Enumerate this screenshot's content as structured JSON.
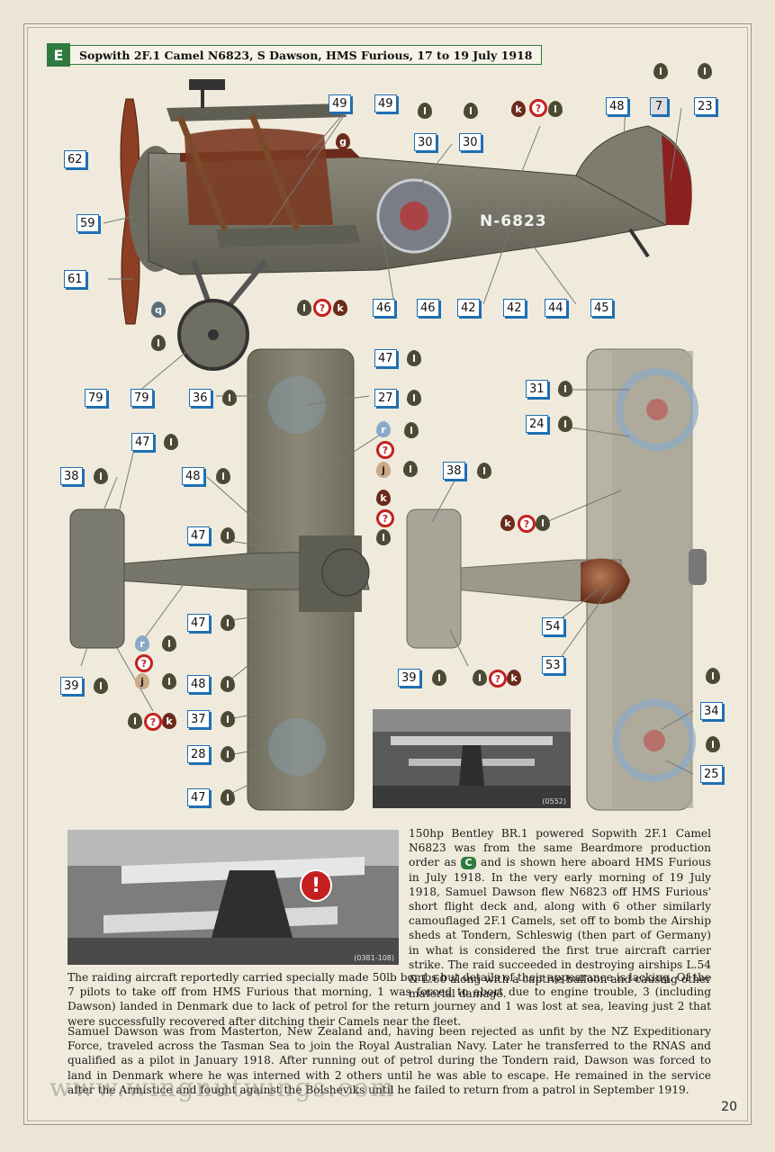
{
  "header": {
    "letter": "E",
    "title": "Sopwith 2F.1 Camel N6823, S Dawson, HMS Furious, 17 to 19 July 1918"
  },
  "serial": "N-6823",
  "page_number": "20",
  "watermark": "www.wingnutwings.com",
  "photo_captions": {
    "top": "(0552)",
    "bottom": "(0381-108)"
  },
  "colors": {
    "accent_green": "#2e7a3f",
    "code_blue": "#1f6fb3",
    "paint_olive": "#4b4a35",
    "paint_brown": "#6b2a1a",
    "paint_light_blue": "#8aa9c7"
  },
  "callouts": {
    "c62": "62",
    "c59": "59",
    "c61": "61",
    "c79a": "79",
    "c79b": "79",
    "c49a": "49",
    "c49b": "49",
    "c30a": "30",
    "c30b": "30",
    "c48top": "48",
    "c7": "7",
    "c23": "23",
    "c46a": "46",
    "c46b": "46",
    "c42a": "42",
    "c42b": "42",
    "c44": "44",
    "c45": "45",
    "c47a": "47",
    "c36": "36",
    "c27": "27",
    "c47b": "47",
    "c38a": "38",
    "c48b": "48",
    "c47c": "47",
    "c47d": "47",
    "c39a": "39",
    "c48c": "48",
    "c37": "37",
    "c28": "28",
    "c47e": "47",
    "c31": "31",
    "c24": "24",
    "c38b": "38",
    "c54": "54",
    "c53": "53",
    "c39b": "39",
    "c34": "34",
    "c25": "25"
  },
  "paint_letters": {
    "l": "l",
    "k": "k",
    "g": "g",
    "q": "q",
    "r": "r",
    "j": "j",
    "unknown": "?"
  },
  "body": {
    "p1_a": "150hp Bentley BR.1 powered Sopwith 2F.1 Camel N6823 was from the same Beardmore production order as",
    "p1_badge": "C",
    "p1_b": "and is shown here aboard HMS Furious in July 1918. In the very early morning of 19 July 1918, Samuel Dawson flew N6823 off HMS Furious' short flight deck and, along with 6 other similarly camouflaged 2F.1 Camels, set off to bomb the Airship sheds at Tondern, Schleswig (then part of Germany) in what is considered the first true aircraft carrier strike. The raid succeeded in destroying airships L.54 & L.60 along with a captive balloon and causing other material damage.",
    "p1_c": "The raiding aircraft reportedly carried specially made 50lb bombs but details of their appearance is lacking. Of the 7 pilots to take off from HMS Furious that morning, 1 was forced to abort due to engine trouble, 3 (including Dawson) landed in Denmark due to lack of petrol for the return journey and 1 was lost at sea, leaving just 2 that were successfully recovered after ditching their Camels near the fleet.",
    "p2": "Samuel Dawson was from Masterton, New Zealand and, having been rejected as unfit by the NZ Expeditionary Force, traveled across the Tasman Sea to join the Royal Australian Navy. Later he transferred to the RNAS and qualified as a pilot in January 1918. After running out of petrol during the Tondern raid, Dawson was forced to land in Denmark where he was interned with 2 others until he was able to escape. He remained in the service after the Armistice and fought against the Bolsheviks until he failed to return from a patrol in September 1919."
  }
}
